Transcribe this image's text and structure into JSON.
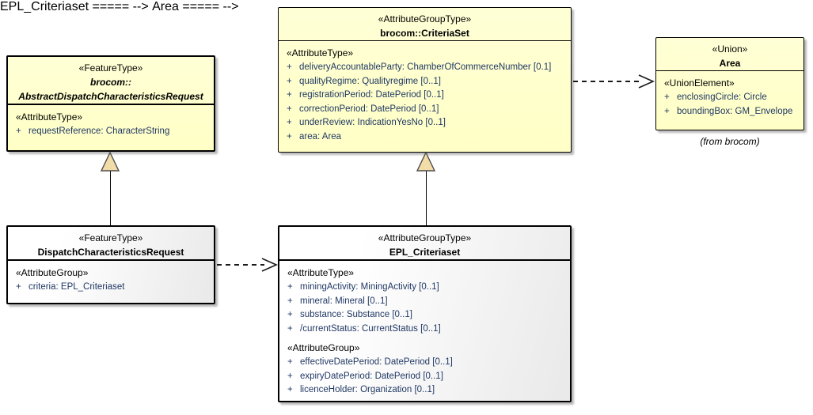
{
  "diagram_title": "UML class diagram - DispatchCharacteristicsRequest / EPL_Criteriaset (Enterprise Architect style)",
  "colors": {
    "node_fill_yellow": "#FFFFCC",
    "node_fill_white_gradient_end": "#E9E9E9",
    "node_border": "#000000",
    "attribute_text": "#203864",
    "generalization_triangle_fill": "#F2DCA8",
    "generalization_triangle_stroke": "#4D4D4D"
  },
  "nodes": {
    "criteria_set": {
      "stereotype": "«AttributeGroupType»",
      "name": "brocom::CriteriaSet",
      "attr_header": "«AttributeType»",
      "attributes": [
        {
          "vis": "+",
          "text": "deliveryAccountableParty: ChamberOfCommerceNumber [0.1]"
        },
        {
          "vis": "+",
          "text": "qualityRegime: Qualityregime [0..1]"
        },
        {
          "vis": "+",
          "text": "registrationPeriod: DatePeriod [0..1]"
        },
        {
          "vis": "+",
          "text": "correctionPeriod: DatePeriod [0..1]"
        },
        {
          "vis": "+",
          "text": "underReview: IndicationYesNo [0..1]"
        },
        {
          "vis": "+",
          "text": "area: Area"
        }
      ]
    },
    "area": {
      "stereotype": "«Union»",
      "name": "Area",
      "attr_header": "«UnionElement»",
      "attributes": [
        {
          "vis": "+",
          "text": "enclosingCircle: Circle"
        },
        {
          "vis": "+",
          "text": "boundingBox: GM_Envelope"
        }
      ],
      "caption": "(from brocom)"
    },
    "abstract_request": {
      "stereotype": "«FeatureType»",
      "name_line1": "brocom::",
      "name_line2": "AbstractDispatchCharacteristicsRequest",
      "attr_header": "«AttributeType»",
      "attributes": [
        {
          "vis": "+",
          "text": "requestReference: CharacterString"
        }
      ]
    },
    "dispatch_request": {
      "stereotype": "«FeatureType»",
      "name": "DispatchCharacteristicsRequest",
      "attr_header": "«AttributeGroup»",
      "attributes": [
        {
          "vis": "+",
          "text": "criteria: EPL_Criteriaset"
        }
      ]
    },
    "epl_criteriaset": {
      "stereotype": "«AttributeGroupType»",
      "name": "EPL_Criteriaset",
      "attr_type_header": "«AttributeType»",
      "attr_type_attributes": [
        {
          "vis": "+",
          "text": "miningActivity: MiningActivity [0..1]"
        },
        {
          "vis": "+",
          "text": "mineral: Mineral [0..1]"
        },
        {
          "vis": "+",
          "text": "substance: Substance [0..1]"
        },
        {
          "vis": "+",
          "text": "/currentStatus: CurrentStatus [0..1]"
        }
      ],
      "attr_group_header": "«AttributeGroup»",
      "attr_group_attributes": [
        {
          "vis": "+",
          "text": "effectiveDatePeriod: DatePeriod [0..1]"
        },
        {
          "vis": "+",
          "text": "expiryDatePeriod: DatePeriod [0..1]"
        },
        {
          "vis": "+",
          "text": "licenceHolder: Organization [0..1]"
        }
      ]
    }
  },
  "relations": [
    {
      "type": "generalization",
      "from": "DispatchCharacteristicsRequest",
      "to": "brocom::AbstractDispatchCharacteristicsRequest"
    },
    {
      "type": "generalization",
      "from": "EPL_Criteriaset",
      "to": "brocom::CriteriaSet"
    },
    {
      "type": "dependency",
      "from": "DispatchCharacteristicsRequest",
      "to": "EPL_Criteriaset"
    },
    {
      "type": "dependency",
      "from": "brocom::CriteriaSet",
      "to": "Area"
    }
  ]
}
